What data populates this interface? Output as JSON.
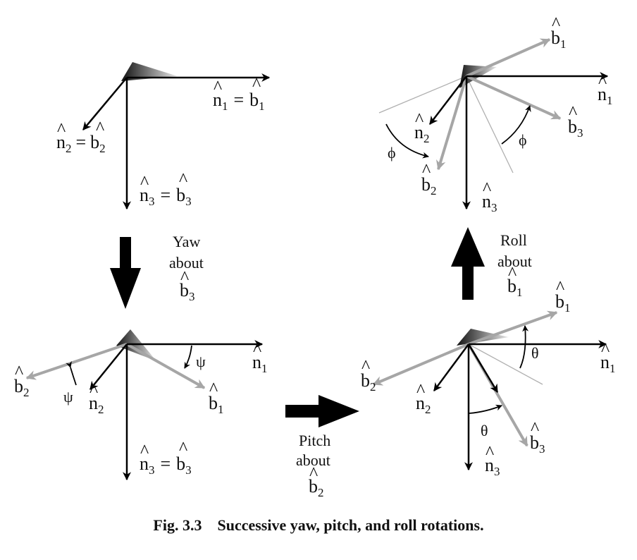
{
  "panels": {
    "initial": {
      "n1_eq_b1": {
        "n": "n",
        "b": "b",
        "sub": "1",
        "eq": "="
      },
      "n2_eq_b2": {
        "n": "n",
        "b": "b",
        "sub": "2",
        "eq": "="
      },
      "n3_eq_b3": {
        "n": "n",
        "b": "b",
        "sub": "3",
        "eq": "="
      }
    },
    "yaw": {
      "n1": {
        "base": "n",
        "sub": "1"
      },
      "n2": {
        "base": "n",
        "sub": "2"
      },
      "b1": {
        "base": "b",
        "sub": "1"
      },
      "b2": {
        "base": "b",
        "sub": "2"
      },
      "n3_eq_b3": {
        "n": "n",
        "b": "b",
        "sub": "3",
        "eq": "="
      },
      "angle_a": "ψ",
      "angle_b": "ψ"
    },
    "pitch": {
      "n1": {
        "base": "n",
        "sub": "1"
      },
      "n2": {
        "base": "n",
        "sub": "2"
      },
      "n3": {
        "base": "n",
        "sub": "3"
      },
      "b1": {
        "base": "b",
        "sub": "1"
      },
      "b2": {
        "base": "b",
        "sub": "2"
      },
      "b3": {
        "base": "b",
        "sub": "3"
      },
      "angle_a": "θ",
      "angle_b": "θ"
    },
    "roll": {
      "n1": {
        "base": "n",
        "sub": "1"
      },
      "n2": {
        "base": "n",
        "sub": "2"
      },
      "n3": {
        "base": "n",
        "sub": "3"
      },
      "b1": {
        "base": "b",
        "sub": "1"
      },
      "b2": {
        "base": "b",
        "sub": "2"
      },
      "b3": {
        "base": "b",
        "sub": "3"
      },
      "angle_a": "ϕ",
      "angle_b": "ϕ"
    }
  },
  "transitions": {
    "yaw": {
      "line1": "Yaw",
      "line2": "about",
      "vec": "b",
      "sub": "3"
    },
    "pitch": {
      "line1": "Pitch",
      "line2": "about",
      "vec": "b",
      "sub": "2"
    },
    "roll": {
      "line1": "Roll",
      "line2": "about",
      "vec": "b",
      "sub": "1"
    }
  },
  "caption": "Fig. 3.3    Successive yaw, pitch, and roll rotations.",
  "colors": {
    "axis": "#000000",
    "body_axis": "#a6a6a6",
    "guide": "#b0b0b0"
  },
  "hat": "^"
}
